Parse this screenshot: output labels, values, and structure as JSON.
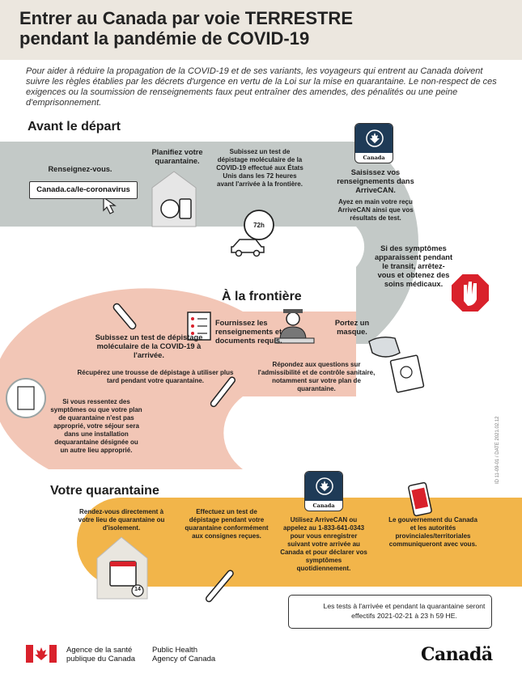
{
  "header": {
    "title_line1": "Entrer au Canada par voie TERRESTRE",
    "title_line2": "pendant la pandémie de COVID-19"
  },
  "intro": "Pour aider à réduire la propagation de la COVID-19 et de ses variants, les voyageurs qui entrent au Canada doivent suivre les règles établies par les décrets d'urgence en vertu de la Loi sur la mise en quarantaine. Le non-respect de ces exigences ou la soumission de renseignements faux peut entraîner des amendes, des pénalités ou une peine d'emprisonnement.",
  "before": {
    "title": "Avant le départ",
    "inform": "Renseignez-vous.",
    "url": "Canada.ca/le-coronavirus",
    "plan": "Planifiez votre quarantaine.",
    "test": "Subissez un test de dépistage moléculaire de la COVID-19 effectué aux États Unis dans les 72 heures avant l'arrivée à la frontière.",
    "hours": "72h",
    "arrivecan": "Saisissez vos renseignements dans ArriveCAN.",
    "arrivecan_note": "Ayez en main votre reçu ArriveCAN ainsi que vos résultats de test.",
    "app_label": "Canada",
    "symptoms": "Si des symptômes apparaissent pendant le transit, arrêtez-vous et obtenez des soins médicaux."
  },
  "border": {
    "title": "À la frontière",
    "provide": "Fournissez les renseignements et documents requis.",
    "mask": "Portez un masque.",
    "test": "Subissez un test de dépistage moléculaire de la COVID-19 à l'arrivée.",
    "kit": "Récupérez une trousse de dépistage à utiliser plus tard pendant votre quarantaine.",
    "questions": "Répondez aux questions sur l'admissibilité et de contrôle sanitaire, notamment sur votre plan de quarantaine.",
    "facility": "Si vous ressentez des symptômes ou que votre plan de quarantaine n'est pas approprié, votre séjour sera dans une installation dequarantaine désignée ou un autre lieu approprié."
  },
  "quarantine": {
    "title": "Votre quarantaine",
    "go": "Rendez-vous directement à votre lieu de quarantaine ou d'isolement.",
    "test": "Effectuez un test de dépistage pendant votre quarantaine conformément aux consignes reçues.",
    "arrivecan": "Utilisez ArriveCAN ou appelez au 1-833-641-0343 pour vous enregistrer suivant votre arrivée au Canada et pour déclarer vos symptômes quotidiennement.",
    "gov": "Le gouvernement du Canada et les autorités provinciales/territoriales communiqueront avec vous.",
    "calendar_day": "14",
    "note": "Les tests à l'arrivée et pendant la quarantaine seront effectifs 2021-02-21 à 23 h 59 HE."
  },
  "footer": {
    "fr_line1": "Agence de la santé",
    "fr_line2": "publique du Canada",
    "en_line1": "Public Health",
    "en_line2": "Agency of Canada",
    "wordmark": "Canadä",
    "side_id": "ID 11-09-01 / DATE 2021.02.12"
  },
  "colors": {
    "band1": "#c3c9c7",
    "band2": "#f2c6b6",
    "band3": "#f2b54a",
    "header": "#ece7df",
    "stop": "#d9212b",
    "navy": "#1f3b57"
  }
}
